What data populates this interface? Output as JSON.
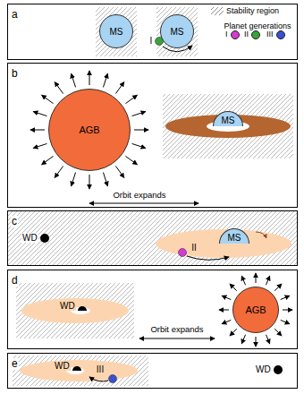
{
  "diagram": {
    "nodes": [
      {
        "text": [
          "a"
        ]
      },
      {
        "text": [
          "MS"
        ],
        "in": 0
      },
      {
        "text": [
          "MS"
        ],
        "in": 0
      },
      {
        "text": [
          "b"
        ]
      },
      {
        "text": [
          "AGB"
        ],
        "in": 3
      },
      {
        "text": [
          "MS"
        ],
        "in": 3
      },
      {
        "text": [
          "c"
        ]
      },
      {
        "text": [
          "WD"
        ],
        "in": 6
      },
      {
        "text": [
          "MS"
        ],
        "in": 6
      },
      {
        "text": [
          "d"
        ]
      },
      {
        "text": [
          "WD"
        ],
        "in": 9
      },
      {
        "text": [
          "AGB"
        ],
        "in": 9
      },
      {
        "text": [
          "e"
        ]
      },
      {
        "text": [
          "WD"
        ],
        "in": 12
      },
      {
        "text": [
          "WD"
        ],
        "in": 12
      }
    ],
    "labels": [
      "Planet generations",
      "I",
      "Orbit expands",
      "II",
      "Orbit expands",
      "III"
    ],
    "legend": [
      {
        "text": "Stability region"
      },
      {
        "text": "I",
        "color": "#d23cd2"
      },
      {
        "text": "II",
        "color": "#3aa33a"
      },
      {
        "text": "III",
        "color": "#3a50d0"
      }
    ]
  }
}
